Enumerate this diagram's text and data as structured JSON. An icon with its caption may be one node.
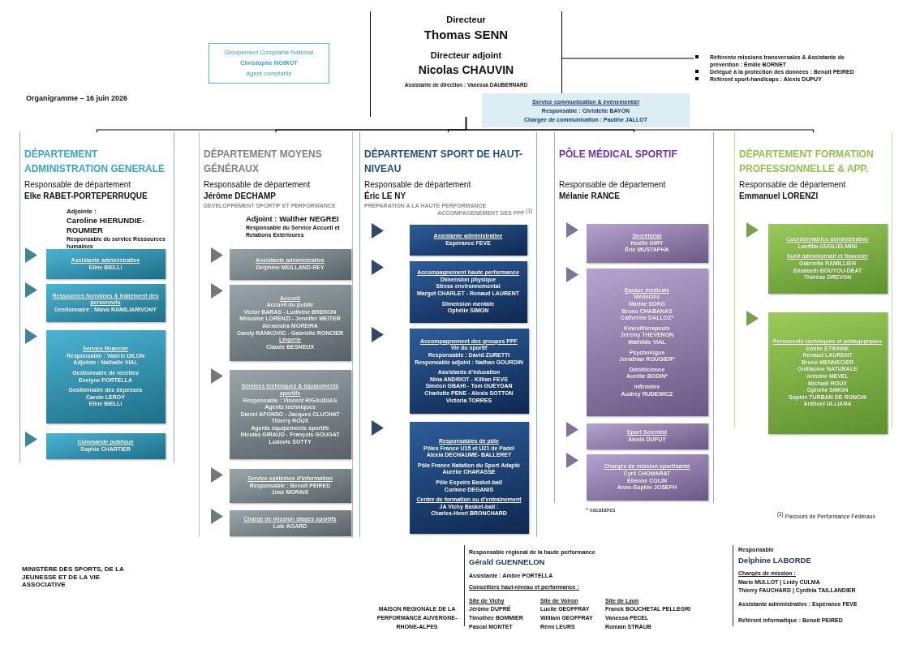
{
  "diagram": {
    "title": "Organigramme – 16 juin 2026",
    "nodes": [
      {
        "text": [
          "Directeur",
          "Thomas SENN",
          "Directeur adjoint",
          "Nicolas CHAUVIN",
          "Assistante de direction : Vanessa DAUBERNARD"
        ]
      },
      {
        "text": [
          "Groupement Comptable National",
          "Christophe NOIROT",
          "Agent comptable"
        ]
      },
      {
        "text": [
          "Référente missions transversales & Assistante de prévention : Émilie BORNET",
          "Délégué à la protection des données : Benoît PEIRED",
          "Référent sport-handicaps : Alexis DUPUY"
        ]
      },
      {
        "text": [
          "Service communication & événementiel",
          "Responsable : Christelle BAYON",
          "Chargée de communication : Pauline JALLOT"
        ]
      },
      {
        "text": [
          "DÉPARTEMENT ADMINISTRATION GENERALE",
          "Responsable de département",
          "Elke RABET-PORTEPERRUQUE",
          "Adjointe :",
          "Caroline HIERUNDIE-ROUMIER",
          "Responsable du service Ressources humaines"
        ]
      },
      {
        "text": [
          "Assistante administrative",
          "Eline BIELLI"
        ],
        "in": 4
      },
      {
        "text": [
          "Ressources humaines & traitement des personnels",
          "Gestionnaire : Niavo RAMILIARIVONY"
        ],
        "in": 4
      },
      {
        "text": [
          "Service financier",
          "Responsable : Valérie DILON",
          "Adjointe : Nathalie VIAL",
          "Gestionnaire de recettes",
          "Evelyne PORTELLA",
          "Gestionnaire des dépenses",
          "Carole LEROY",
          "Eline BIELLI"
        ],
        "in": 4
      },
      {
        "text": [
          "Commande publique",
          "Sophie CHARTIER"
        ],
        "in": 4
      },
      {
        "text": [
          "DÉPARTEMENT MOYENS GÉNÉRAUX",
          "Responsable de département",
          "Jérôme DECHAMP",
          "DEVELOPPEMENT SPORTIF ET PERFORMANCE",
          "Adjoint : Walther NEGREI",
          "Responsable du Service Accueil et Relations Extérieures"
        ]
      },
      {
        "text": [
          "Assistante administrative",
          "Delphine MEILLAND-REY"
        ],
        "in": 9
      },
      {
        "text": [
          "Accueil",
          "Accueil du public",
          "Victor BARAS - Ludivine BRENON",
          "Mélusine LORENZI - Jennifer MEITER",
          "Alexandra MOREIRA",
          "Candy RANKOVIC - Gabrielle RONCIER",
          "Lingerie",
          "Claude BESNEUX"
        ],
        "in": 9
      },
      {
        "text": [
          "Services techniques & équipements sportifs",
          "Responsable : Vincent RIGAUDIAS",
          "Agents techniques",
          "Daniel AFONSO - Jacques CLUCHAT",
          "Thierry ROUX",
          "Agents équipements sportifs",
          "Nicolas GIRAUD - François GOUGAT",
          "Ludovic SOTTY"
        ],
        "in": 9
      },
      {
        "text": [
          "Service systèmes d'information",
          "Responsable : Benoït PEIRED",
          "José MORAIS"
        ],
        "in": 9
      },
      {
        "text": [
          "Chargé de mission stages sportifs",
          "Loïc AGARD"
        ],
        "in": 9
      },
      {
        "text": [
          "DÉPARTEMENT SPORT DE HAUT-NIVEAU",
          "Responsable de département",
          "Éric LE NY",
          "PREPARATION A LA HAUTE PERFORMANCE",
          "ACCOMPAGENEMENT DES PPF $^{(1)}$"
        ]
      },
      {
        "text": [
          "Assistante administrative",
          "Espérance FEVE"
        ],
        "in": 15
      },
      {
        "text": [
          "Accompagnement haute performance",
          "Dimension physique",
          "Stress environnemental",
          "Margot CHARLET - Renaud LAURENT",
          "Dimension mentale",
          "Ophélie SIMON"
        ],
        "in": 15
      },
      {
        "text": [
          "Accompagnement des groupes PPF",
          "Vie du sportif",
          "Responsable : David ZURETTI",
          "Responsable adjoint : Nathan GOURDIN",
          "Assistants d’éducation",
          "Nina ANDRIOT - Killian FEVE",
          "Siméon GBAHI - Tom GUEYDAN",
          "Charlotte PENE - Alexis SOTTON",
          "Victoria TORRES"
        ],
        "in": 15
      },
      {
        "text": [
          "Responsables de pôle",
          "Pôles France U15 et U21 de Padel",
          "Alexia DECHAUME- BALLERET",
          "Pôle France Natation du Sport Adapté",
          "Aurélie CHARASSE",
          "Pôle Espoirs Basket-ball",
          "Corinne DEGANIS",
          "Centre de formation ou d’entraînement",
          "JA Vichy Basket-ball :",
          "Charles-Henri BRONCHARD"
        ],
        "in": 15
      },
      {
        "text": [
          "PÔLE MÉDICAL SPORTIF",
          "Responsable de département",
          "Mélanie RANCE"
        ]
      },
      {
        "text": [
          "Secrétariat",
          "Noëlle GIRY",
          "Éric MUSTAPHA"
        ],
        "in": 20
      },
      {
        "text": [
          "Equipe médicale",
          "Médecins",
          "Marine SORG",
          "Bruno CHABANAS",
          "Catherine DALLOZ*",
          "Kinésithérapeute",
          "Jérémy THEVENON",
          "Mathilde VIAL",
          "Psychologue",
          "Jonathan ROUGIER*",
          "Diététicienne",
          "Aurélie BODIN*",
          "Infirmière",
          "Audrey RUDEWICZ"
        ],
        "in": 20
      },
      {
        "text": [
          "Sport Scientist",
          "Alexis DUPUY"
        ],
        "in": 20
      },
      {
        "text": [
          "Chargés de mission sport/santé",
          "Cyril CHOMARAT",
          "Etienne COLIN",
          "Anne-Sophie JOSEPH"
        ],
        "in": 20
      },
      {
        "text": [
          "DÉPARTEMENT FORMATION PROFESSIONNELLE & APP.",
          "Responsable de département",
          "Emmanuel LORENZI"
        ]
      },
      {
        "text": [
          "Coordonnatrice administrative",
          "Laetitia GUGLIELMINI",
          "Suivi administratif et financier",
          "Gabriella RAMILLIEN",
          "Elisabeth BOUYOU-DÉAT",
          "Thérèse DREVON"
        ],
        "in": 25
      },
      {
        "text": [
          "Personnels techniques et pédagogiques",
          "Emilie ETIENNE",
          "Renaud LAURENT",
          "Bruno MENNECIER",
          "Guillaume NATURALE",
          "Antoine MEVEL",
          "Michaël ROUX",
          "Ophélie SIMON",
          "Sophie TURBAN DE RONCHI",
          "Anthoni ULLIANA"
        ],
        "in": 25
      }
    ],
    "edges": [
      {
        "from": 0,
        "to": 2,
        "arrow": "none"
      },
      {
        "from": 0,
        "to": 4,
        "arrow": "none"
      },
      {
        "from": 0,
        "to": 9,
        "arrow": "none"
      },
      {
        "from": 0,
        "to": 15,
        "arrow": "none"
      },
      {
        "from": 0,
        "to": 20,
        "arrow": "none"
      },
      {
        "from": 0,
        "to": 25,
        "arrow": "none"
      }
    ],
    "labels": [
      "* vacataires",
      "$^{(1)}$ Parcours de Performance Fédéraux",
      "MINISTÈRE DES SPORTS, DE LA JEUNESSE ET DE LA VIE ASSOCIATIVE",
      "MAISON REGIONALE DE LA PERFORMANCE AUVERGNE-RHONE-ALPES",
      "Responsable régional de la haute performance",
      "Gérald GUENNELON",
      "Assistante : Ambre PORTELLA",
      "Conseillers haut-niveau et performance :",
      "Site de Vichy",
      "Jérôme DUPRÉ",
      "Timothée BOMMIER",
      "Pascal MONTET",
      "Site de Voiron",
      "Lucile GEOFFRAY",
      "William GEOFFRAY",
      "Rémi LEURS",
      "Site de Lyon",
      "Franck BOUCHETAL PELLEGRI",
      "Vanessa PECEL",
      "Romain STRAUB",
      "Responsable",
      "Delphine LABORDE",
      "Chargés de mission :",
      "Marie MULLOT | Leidy CULMA",
      "Thierry FAUCHARD | Cynthia TAILLANDIER",
      "Assistante administrative : Espérance FEVE",
      "Référent informatique : Benoît PEIRED"
    ]
  }
}
